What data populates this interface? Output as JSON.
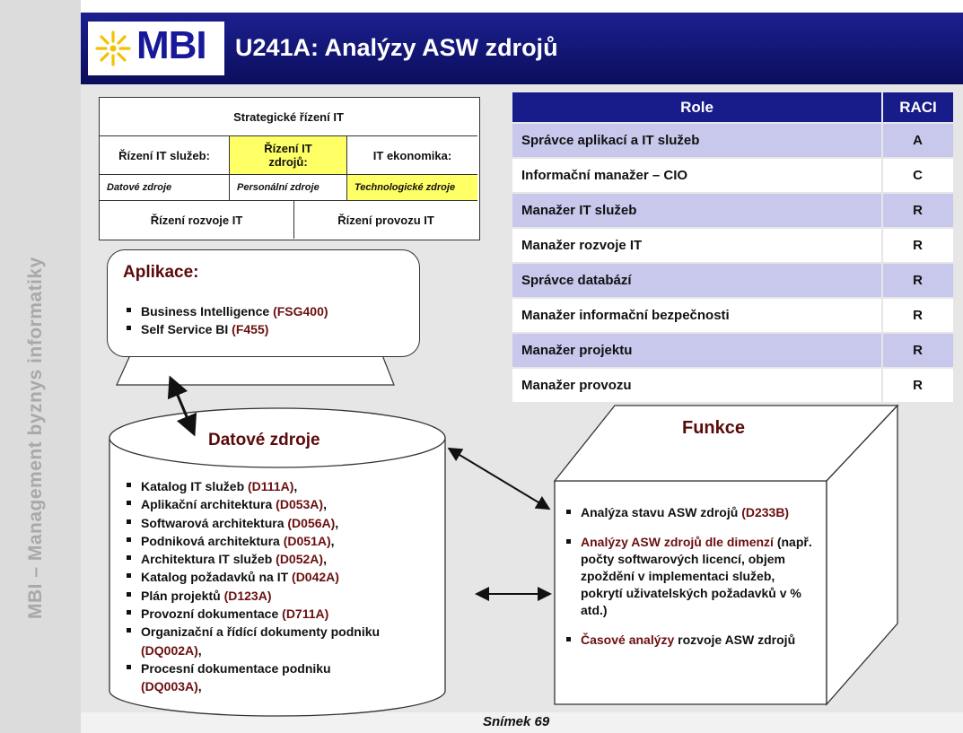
{
  "header": {
    "logo_text": "MBI",
    "title": "U241A: Analýzy ASW zdrojů",
    "side_text": "MBI – Management byznys informatiky"
  },
  "it_grid": {
    "top": "Strategické řízení IT",
    "col1": "Řízení IT služeb:",
    "col2": "Řízení IT zdrojů:",
    "col3": "IT ekonomika:",
    "sub1": "Datové zdroje",
    "sub2": "Personální zdroje",
    "sub3": "Technologické zdroje",
    "bottom_left": "Řízení rozvoje IT",
    "bottom_right": "Řízení provozu IT"
  },
  "raci": {
    "header_role": "Role",
    "header_raci": "RACI",
    "rows": [
      {
        "role": "Správce aplikací a IT služeb",
        "value": "A"
      },
      {
        "role": "Informační manažer – CIO",
        "value": "C"
      },
      {
        "role": "Manažer IT služeb",
        "value": "R"
      },
      {
        "role": "Manažer rozvoje IT",
        "value": "R"
      },
      {
        "role": "Správce databází",
        "value": "R"
      },
      {
        "role": "Manažer informační bezpečnosti",
        "value": "R"
      },
      {
        "role": "Manažer projektu",
        "value": "R"
      },
      {
        "role": "Manažer provozu",
        "value": "R"
      }
    ]
  },
  "aplikace": {
    "title": "Aplikace:",
    "items": [
      {
        "text": "Business Intelligence ",
        "code": "(FSG400)"
      },
      {
        "text": "Self Service BI ",
        "code": "(F455)"
      }
    ]
  },
  "datove_zdroje": {
    "title": "Datové zdroje",
    "items": [
      {
        "text": "Katalog IT služeb ",
        "code": "(D111A)",
        "tail": ","
      },
      {
        "text": "Aplikační architektura ",
        "code": "(D053A)",
        "tail": ","
      },
      {
        "text": "Softwarová architektura ",
        "code": "(D056A)",
        "tail": ","
      },
      {
        "text": "Podniková architektura ",
        "code": "(D051A)",
        "tail": ","
      },
      {
        "text": "Architektura IT služeb ",
        "code": "(D052A)",
        "tail": ","
      },
      {
        "text": "Katalog požadavků na IT ",
        "code": "(D042A)",
        "tail": ""
      },
      {
        "text": "Plán projektů ",
        "code": "(D123A)",
        "tail": ""
      },
      {
        "text": "Provozní dokumentace ",
        "code": "(D711A)",
        "tail": ""
      },
      {
        "text": "Organizační a řídící dokumenty podniku ",
        "code": "(DQ002A)",
        "tail": ","
      },
      {
        "text": "Procesní dokumentace podniku ",
        "code": "(DQ003A)",
        "tail": ","
      }
    ]
  },
  "funkce": {
    "title": "Funkce",
    "item1_text": "Analýza stavu ASW zdrojů ",
    "item1_code": "(D233B)",
    "item2_red": "Analýzy ASW zdrojů dle dimenzí",
    "item2_text": " (např. počty softwarových licencí, objem zpoždění v implementaci služeb, pokrytí uživatelských požadavků v % atd.)",
    "item3_red": "Časové analýzy",
    "item3_text": " rozvoje ASW zdrojů"
  },
  "footer": "Snímek 69",
  "colors": {
    "header_blue": "#181c8a",
    "row_lavender": "#c7c8ec",
    "highlight_yellow": "#ffff66",
    "code_red": "#6b0f0f"
  }
}
